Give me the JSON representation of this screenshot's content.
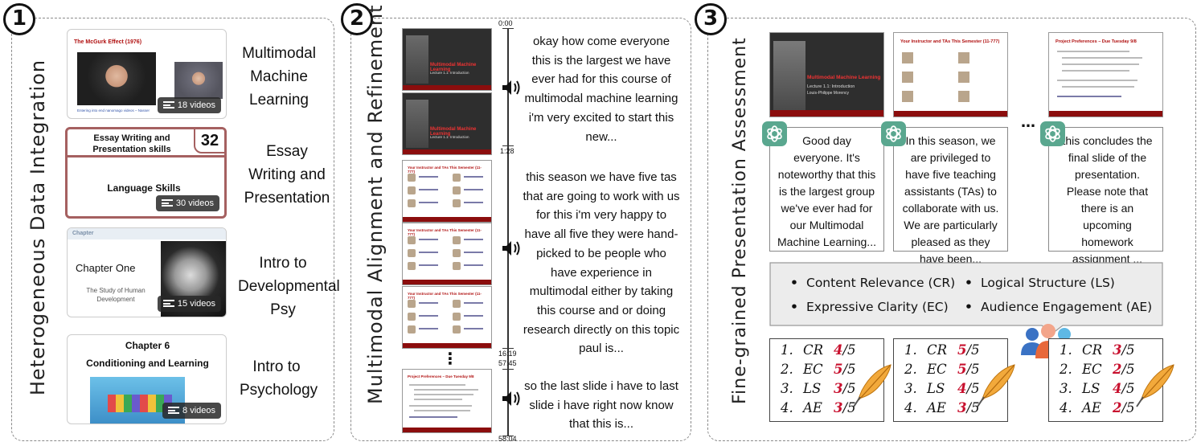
{
  "panel1": {
    "number": "1",
    "label": "Heterogeneous  Data  Integration",
    "courses": [
      {
        "title": "Multimodal Machine Learning",
        "badge": "18 videos",
        "thumb_text": "The McGurk Effect (1976)",
        "thumb_caption": "Entering into end nanomago videos – Nasser"
      },
      {
        "title": "Essay Writing and Presentation",
        "badge": "30 videos",
        "thumb_heading": "Essay Writing and Presentation skills",
        "thumb_count": "32",
        "thumb_sub": "Language Skills"
      },
      {
        "title": "Intro to Developmental Psy",
        "badge": "15 videos",
        "thumb_chapter": "Chapter One",
        "thumb_sub": "The Study of Human Development",
        "thumb_top": "Chapter"
      },
      {
        "title": "Intro to Psychology",
        "badge": "8 videos",
        "thumb_chapter": "Chapter 6",
        "thumb_sub": "Conditioning and Learning"
      }
    ]
  },
  "panel2": {
    "number": "2",
    "label": "Multimodal  Alignment  and  Refinement",
    "times": [
      "0:00",
      "1:28",
      "16:19",
      "57:45",
      "58:04"
    ],
    "slide_title_dark": "Multimodal Machine Learning",
    "slide_sub_dark": "Lecture 1.1: Introduction",
    "slide_instr": "Your Instructor and TAs This Semester (11-777)",
    "slide_pref": "Project Preferences – Due Tuesday 9/8",
    "ellipsis": "⋮",
    "transcripts": [
      "okay how come everyone this is the largest we have ever had for this course of multimodal machine learning i'm very excited to start this new...",
      "this season we have five tas that are going to work with us for this i'm very happy to have all five they were hand-picked to be people who have experience in multimodal either by taking this course and or doing research directly on this topic paul is...",
      "so the last slide i have to last slide i have right now know that this is..."
    ]
  },
  "panel3": {
    "number": "3",
    "label": "Fine-grained  Presentation  Assessment",
    "slides": [
      {
        "title": "Multimodal Machine Learning",
        "sub": "Lecture 1.1: Introduction",
        "author": "Louis-Philippe Morency"
      },
      {
        "title": "Your Instructor and TAs This Semester (11-777)"
      },
      {
        "title": "Project Preferences – Due Tuesday 9/8"
      }
    ],
    "dots": "…",
    "gpt_texts": [
      "Good day everyone. It's noteworthy that this is the largest group we've ever had for our Multimodal Machine Learning...",
      "In this season, we are privileged to have five teaching assistants (TAs) to collaborate with us. We are particularly pleased as they have been...",
      "this concludes the final slide of the presentation. Please note that there is an upcoming homework assignment ..."
    ],
    "criteria": [
      "Content Relevance (CR)",
      "Logical Structure (LS)",
      "Expressive Clarity (EC)",
      "Audience Engagement (AE)"
    ],
    "bullet": "•",
    "scores": [
      [
        {
          "n": "1.",
          "k": "CR",
          "v": "4",
          "d": "/5"
        },
        {
          "n": "2.",
          "k": "EC",
          "v": "5",
          "d": "/5"
        },
        {
          "n": "3.",
          "k": "LS",
          "v": "3",
          "d": "/5"
        },
        {
          "n": "4.",
          "k": "AE",
          "v": "3",
          "d": "/5"
        }
      ],
      [
        {
          "n": "1.",
          "k": "CR",
          "v": "5",
          "d": "/5"
        },
        {
          "n": "2.",
          "k": "EC",
          "v": "5",
          "d": "/5"
        },
        {
          "n": "3.",
          "k": "LS",
          "v": "4",
          "d": "/5"
        },
        {
          "n": "4.",
          "k": "AE",
          "v": "3",
          "d": "/5"
        }
      ],
      [
        {
          "n": "1.",
          "k": "CR",
          "v": "3",
          "d": "/5"
        },
        {
          "n": "2.",
          "k": "EC",
          "v": "2",
          "d": "/5"
        },
        {
          "n": "3.",
          "k": "LS",
          "v": "4",
          "d": "/5"
        },
        {
          "n": "4.",
          "k": "AE",
          "v": "2",
          "d": "/5"
        }
      ]
    ]
  },
  "colors": {
    "accent_red": "#c8102e",
    "gpt_green": "#5aa78f",
    "cmu_red": "#8b0d0d"
  }
}
